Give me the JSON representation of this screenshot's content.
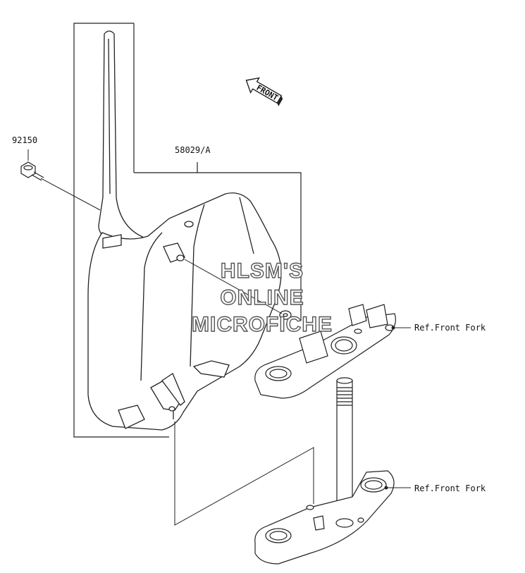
{
  "callouts": {
    "bolt_part_no": "92150",
    "cover_part_no": "58029/A",
    "ref_upper": "Ref.Front Fork",
    "ref_lower": "Ref.Front Fork"
  },
  "front_arrow": {
    "label": "FRONT"
  },
  "watermark": {
    "line1": "HLSM'S",
    "line2": "ONLINE",
    "line3": "MICROFICHE"
  }
}
